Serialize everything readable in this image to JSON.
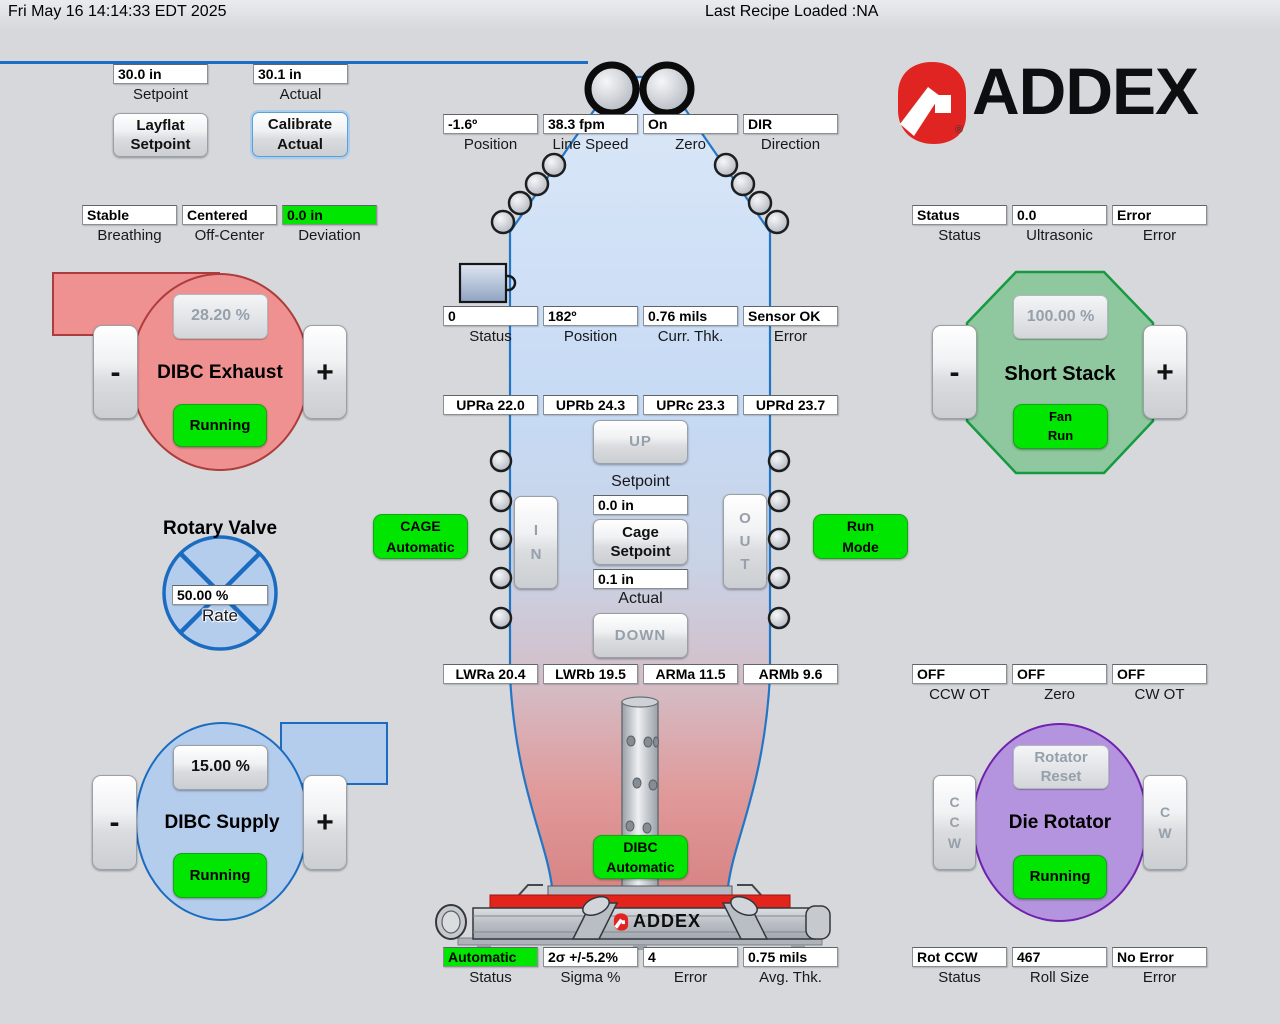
{
  "header": {
    "datetime": "Fri May 16 14:14:33 EDT 2025",
    "last_recipe": "Last Recipe Loaded :NA"
  },
  "brand": {
    "name": "ADDEX",
    "registered": "®"
  },
  "die_label": {
    "brand": "ADDEX"
  },
  "colors": {
    "status_green": "#00e600",
    "header_line_blue": "#1a6fc4",
    "exhaust_red": "#f09191",
    "supply_blue": "#b5cdec",
    "rotator_purple": "#b494de",
    "stack_green": "#8fc79e",
    "logo_red": "#e02421"
  },
  "layflat": {
    "setpoint": {
      "value": "30.0 in",
      "label": "Setpoint"
    },
    "actual": {
      "value": "30.1 in",
      "label": "Actual"
    },
    "layflat_button": "Layflat\nSetpoint",
    "calibrate_button": "Calibrate\nActual"
  },
  "nip": {
    "position": {
      "value": "-1.6º",
      "label": "Position"
    },
    "line_speed": {
      "value": "38.3 fpm",
      "label": "Line Speed"
    },
    "zero": {
      "value": "On",
      "label": "Zero"
    },
    "direction": {
      "value": "DIR",
      "label": "Direction"
    }
  },
  "bubble_state": {
    "breathing": {
      "value": "Stable",
      "label": "Breathing"
    },
    "off_center": {
      "value": "Centered",
      "label": "Off-Center"
    },
    "deviation": {
      "value": "0.0 in",
      "label": "Deviation"
    }
  },
  "ultrasonic": {
    "status": {
      "value": "Status",
      "label": "Status"
    },
    "reading": {
      "value": "0.0",
      "label": "Ultrasonic"
    },
    "error": {
      "value": "Error",
      "label": "Error"
    }
  },
  "thickness": {
    "status": {
      "value": "0",
      "label": "Status"
    },
    "position": {
      "value": "182º",
      "label": "Position"
    },
    "curr_thk": {
      "value": "0.76 mils",
      "label": "Curr. Thk."
    },
    "error": {
      "value": "Sensor OK",
      "label": "Error"
    }
  },
  "iris_upper": [
    "UPRa 22.0",
    "UPRb 24.3",
    "UPRc 23.3",
    "UPRd 23.7"
  ],
  "iris_lower": [
    "LWRa 20.4",
    "LWRb 19.5",
    "ARMa 11.5",
    "ARMb 9.6"
  ],
  "cage": {
    "up_button": "UP",
    "down_button": "DOWN",
    "setpoint_label": "Setpoint",
    "setpoint_value": "0.0 in",
    "cage_setpoint_button": "Cage\nSetpoint",
    "actual_value": "0.1 in",
    "actual_label": "Actual",
    "in_button": "I\nN",
    "out_button": "O\nU\nT",
    "auto_button": "CAGE\nAutomatic",
    "run_mode_button": "Run\nMode"
  },
  "dibc_exhaust": {
    "title": "DIBC Exhaust",
    "percent": "28.20 %",
    "minus": "-",
    "plus": "+",
    "status": "Running"
  },
  "rotary_valve": {
    "title": "Rotary Valve",
    "rate_value": "50.00 %",
    "rate_label": "Rate"
  },
  "dibc_supply": {
    "title": "DIBC Supply",
    "percent": "15.00 %",
    "minus": "-",
    "plus": "+",
    "status": "Running"
  },
  "dibc": {
    "auto_button": "DIBC\nAutomatic"
  },
  "short_stack": {
    "title": "Short Stack",
    "percent": "100.00 %",
    "minus": "-",
    "plus": "+",
    "status": "Fan\nRun"
  },
  "die_rotator": {
    "title": "Die Rotator",
    "reset_button": "Rotator\nReset",
    "ccw_button": "C\nC\nW",
    "cw_button": "C\nW",
    "status": "Running"
  },
  "rotator_limits": {
    "ccw_ot": {
      "value": "OFF",
      "label": "CCW OT"
    },
    "zero": {
      "value": "OFF",
      "label": "Zero"
    },
    "cw_ot": {
      "value": "OFF",
      "label": "CW OT"
    }
  },
  "gauge_stats": {
    "status": {
      "value": "Automatic",
      "label": "Status"
    },
    "sigma": {
      "value": "2σ +/-5.2%",
      "label": "Sigma %"
    },
    "error": {
      "value": "4",
      "label": "Error"
    },
    "avg_thk": {
      "value": "0.75 mils",
      "label": "Avg. Thk."
    }
  },
  "rotator_stats": {
    "status": {
      "value": "Rot CCW",
      "label": "Status"
    },
    "roll_size": {
      "value": "467",
      "label": "Roll Size"
    },
    "error": {
      "value": "No Error",
      "label": "Error"
    }
  }
}
